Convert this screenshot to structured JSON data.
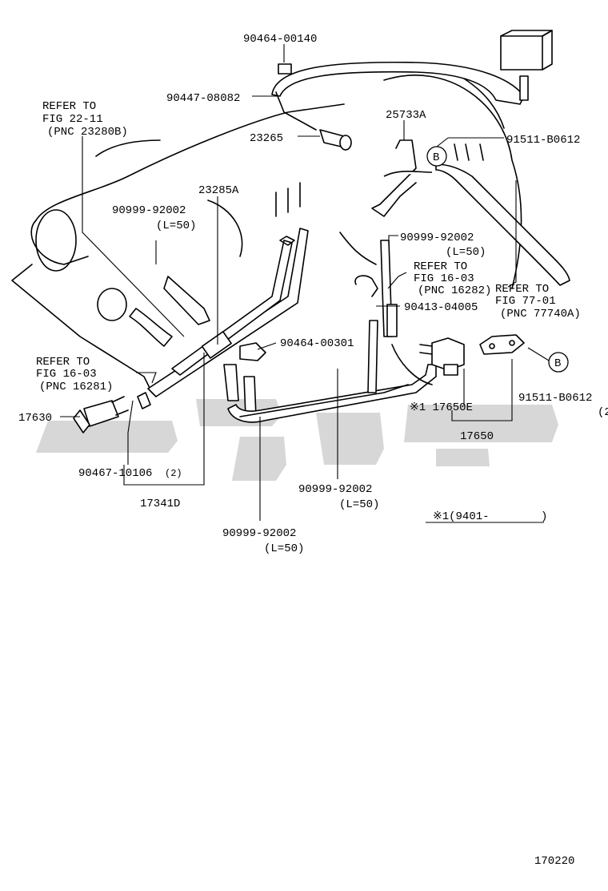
{
  "labels": {
    "p90464_00140": "90464-00140",
    "p90447_08082": "90447-08082",
    "refer_22_11_a": "REFER TO",
    "refer_22_11_b": "FIG 22-11",
    "refer_22_11_c": "(PNC 23280B)",
    "p23265": "23265",
    "p25733a": "25733A",
    "p91511_b0612_top": "91511-B0612",
    "callout_b": "B",
    "p23285a": "23285A",
    "p90999_92002_a": "90999-92002",
    "l50_a": "(L=50)",
    "p90999_92002_b": "90999-92002",
    "l50_b": "(L=50)",
    "refer_16_03_r_a": "REFER TO",
    "refer_16_03_r_b": "FIG 16-03",
    "refer_16_03_r_c": "(PNC 16282)",
    "refer_77_01_a": "REFER TO",
    "refer_77_01_b": "FIG 77-01",
    "refer_77_01_c": "(PNC 77740A)",
    "p90413_04005": "90413-04005",
    "p90464_00301": "90464-00301",
    "refer_16_03_l_a": "REFER TO",
    "refer_16_03_l_b": "FIG 16-03",
    "refer_16_03_l_c": "(PNC 16281)",
    "p17630": "17630",
    "p17650e": "※1 17650E",
    "p91511_b0612_bot": "91511-B0612",
    "qty_2_right": "(2",
    "p17650": "17650",
    "p90467_10106": "90467-10106",
    "qty_2": "(2)",
    "p17341d": "17341D",
    "p90999_92002_c": "90999-92002",
    "l50_c": "(L=50)",
    "p90999_92002_d": "90999-92002",
    "l50_d": "(L=50)",
    "footnote": "※1(9401-",
    "footnote_end": ")",
    "fig_number": "170220"
  }
}
